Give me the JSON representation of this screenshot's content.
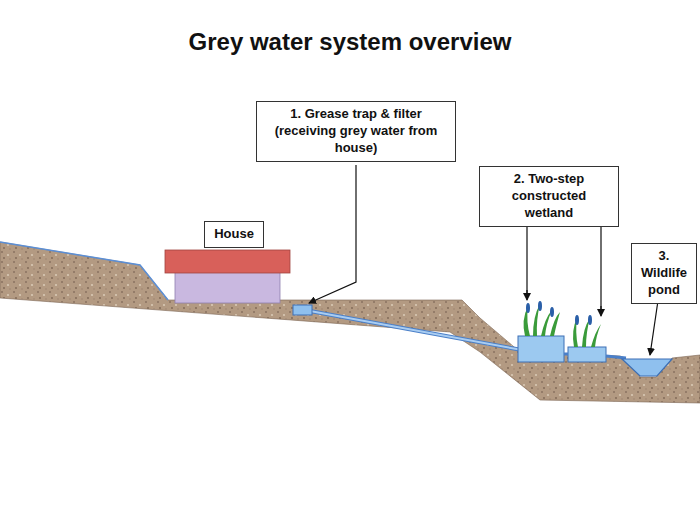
{
  "diagram": {
    "title": "Grey water system overview",
    "nodes": [
      {
        "text": [
          "1. Grease trap & filter (receiving grey water from house)"
        ]
      },
      {
        "text": [
          "House"
        ]
      },
      {
        "text": [
          "2. Two-step constructed wetland"
        ]
      },
      {
        "text": [
          "3. Wildlife pond"
        ]
      }
    ]
  }
}
